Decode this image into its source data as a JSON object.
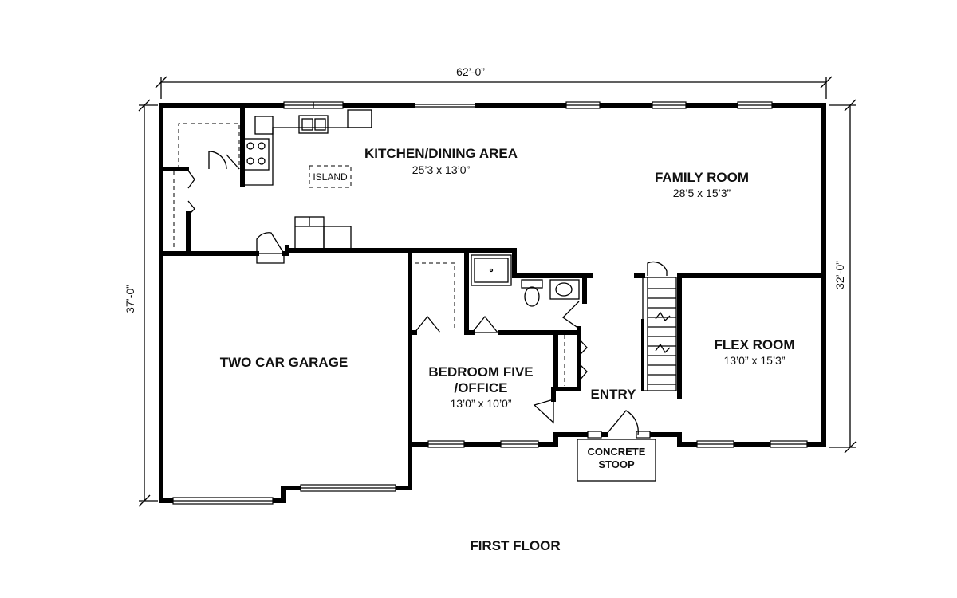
{
  "plan": {
    "caption": "FIRST FLOOR",
    "dimensions": {
      "width_top": "62’-0”",
      "height_left": "37’-0”",
      "height_right": "32’-0”"
    },
    "rooms": {
      "kitchen": {
        "name": "KITCHEN/DINING AREA",
        "size": "25’3 x 13’0”"
      },
      "family": {
        "name": "FAMILY ROOM",
        "size": "28’5 x 15’3”"
      },
      "garage": {
        "name": "TWO CAR GARAGE"
      },
      "bedroom": {
        "name_line1": "BEDROOM FIVE",
        "name_line2": "/OFFICE",
        "size": "13’0” x 10’0”"
      },
      "flex": {
        "name": "FLEX ROOM",
        "size": "13’0” x 15’3”"
      },
      "entry": {
        "name": "ENTRY"
      },
      "stoop": {
        "line1": "CONCRETE",
        "line2": "STOOP"
      },
      "island": {
        "name": "ISLAND"
      }
    }
  }
}
